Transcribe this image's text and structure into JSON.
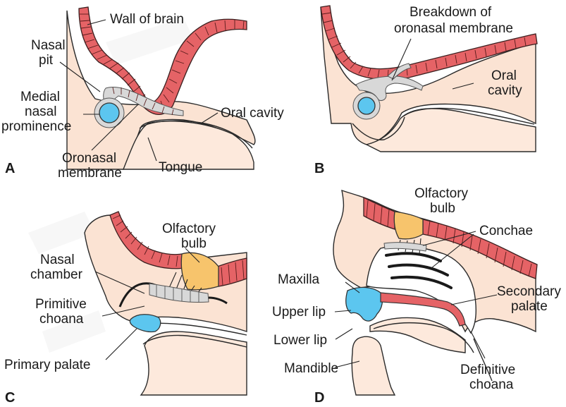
{
  "panels": {
    "A": {
      "letter": "A",
      "labels": {
        "wall_of_brain": "Wall of brain",
        "nasal": "Nasal",
        "pit": "pit",
        "medial": "Medial",
        "nasal2": "nasal",
        "prominence": "prominence",
        "oral_cavity": "Oral cavity",
        "oronasal": "Oronasal",
        "membrane": "membrane",
        "tongue": "Tongue"
      }
    },
    "B": {
      "letter": "B",
      "labels": {
        "breakdown_of": "Breakdown of",
        "oronasal_membrane": "oronasal membrane",
        "oral": "Oral",
        "cavity": "cavity"
      }
    },
    "C": {
      "letter": "C",
      "labels": {
        "olfactory": "Olfactory",
        "bulb": "bulb",
        "nasal": "Nasal",
        "chamber": "chamber",
        "primitive": "Primitive",
        "choana": "choana",
        "primary_palate": "Primary palate"
      }
    },
    "D": {
      "letter": "D",
      "labels": {
        "olfactory": "Olfactory",
        "bulb": "bulb",
        "conchae": "Conchae",
        "maxilla": "Maxilla",
        "secondary": "Secondary",
        "palate": "palate",
        "upper_lip": "Upper lip",
        "lower_lip": "Lower lip",
        "mandible": "Mandible",
        "definitive": "Definitive",
        "choana": "choana"
      }
    }
  },
  "colors": {
    "brain_wall": "#e56366",
    "tissue": "#fbe3d3",
    "epithelium": "#d8d8d8",
    "medial_nasal_prominence": "#5cc6ef",
    "olfactory_bulb": "#f7c46c",
    "secondary_palate": "#e56366"
  }
}
